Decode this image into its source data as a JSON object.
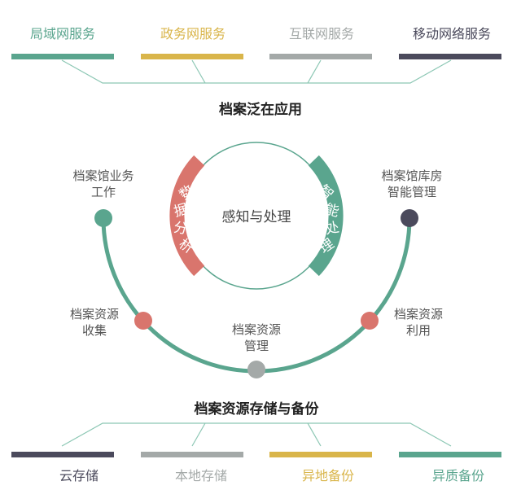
{
  "colors": {
    "green": "#5aa58e",
    "gold": "#d9b54a",
    "gray": "#a4a9a8",
    "dark": "#4b4a5c",
    "coral": "#d9756d",
    "line": "#8cc7b4"
  },
  "top": {
    "items": [
      {
        "label": "局域网服务",
        "color": "#5aa58e"
      },
      {
        "label": "政务网服务",
        "color": "#d9b54a"
      },
      {
        "label": "互联网服务",
        "color": "#a4a9a8"
      },
      {
        "label": "移动网络服务",
        "color": "#4b4a5c"
      }
    ],
    "title": "档案泛在应用"
  },
  "center": {
    "text": "感知与处理",
    "left_arc": [
      "数",
      "据",
      "分",
      "析"
    ],
    "right_arc": [
      "智",
      "能",
      "处",
      "理"
    ]
  },
  "nodes": {
    "top_left": {
      "line1": "档案馆业务",
      "line2": "工作"
    },
    "top_right": {
      "line1": "档案馆库房",
      "line2": "智能管理"
    },
    "mid_left": {
      "line1": "档案资源",
      "line2": "收集"
    },
    "mid_right": {
      "line1": "档案资源",
      "line2": "利用"
    },
    "bottom": {
      "line1": "档案资源",
      "line2": "管理"
    }
  },
  "bottom": {
    "title": "档案资源存储与备份",
    "items": [
      {
        "label": "云存储",
        "color": "#4b4a5c"
      },
      {
        "label": "本地存储",
        "color": "#a4a9a8"
      },
      {
        "label": "异地备份",
        "color": "#d9b54a"
      },
      {
        "label": "异质备份",
        "color": "#5aa58e"
      }
    ]
  }
}
